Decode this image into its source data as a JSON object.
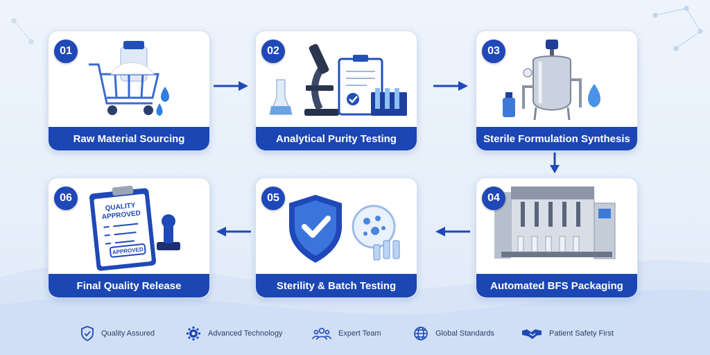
{
  "steps": [
    {
      "num": "01",
      "label": "Raw Material Sourcing"
    },
    {
      "num": "02",
      "label": "Analytical Purity Testing"
    },
    {
      "num": "03",
      "label": "Sterile Formulation Synthesis"
    },
    {
      "num": "04",
      "label": "Automated BFS Packaging"
    },
    {
      "num": "05",
      "label": "Sterility & Batch Testing"
    },
    {
      "num": "06",
      "label": "Final Quality Release"
    }
  ],
  "clipboard_text": [
    "QUALITY",
    "APPROVED"
  ],
  "stamp_text": "APPROVED",
  "footer": [
    {
      "label": "Quality Assured",
      "icon": "shield-check-icon"
    },
    {
      "label": "Advanced Technology",
      "icon": "gear-icon"
    },
    {
      "label": "Expert Team",
      "icon": "team-icon"
    },
    {
      "label": "Global Standards",
      "icon": "globe-icon"
    },
    {
      "label": "Patient Safety First",
      "icon": "handshake-icon"
    }
  ],
  "colors": {
    "primary": "#1c46b4",
    "background": "#eaf1fb"
  }
}
